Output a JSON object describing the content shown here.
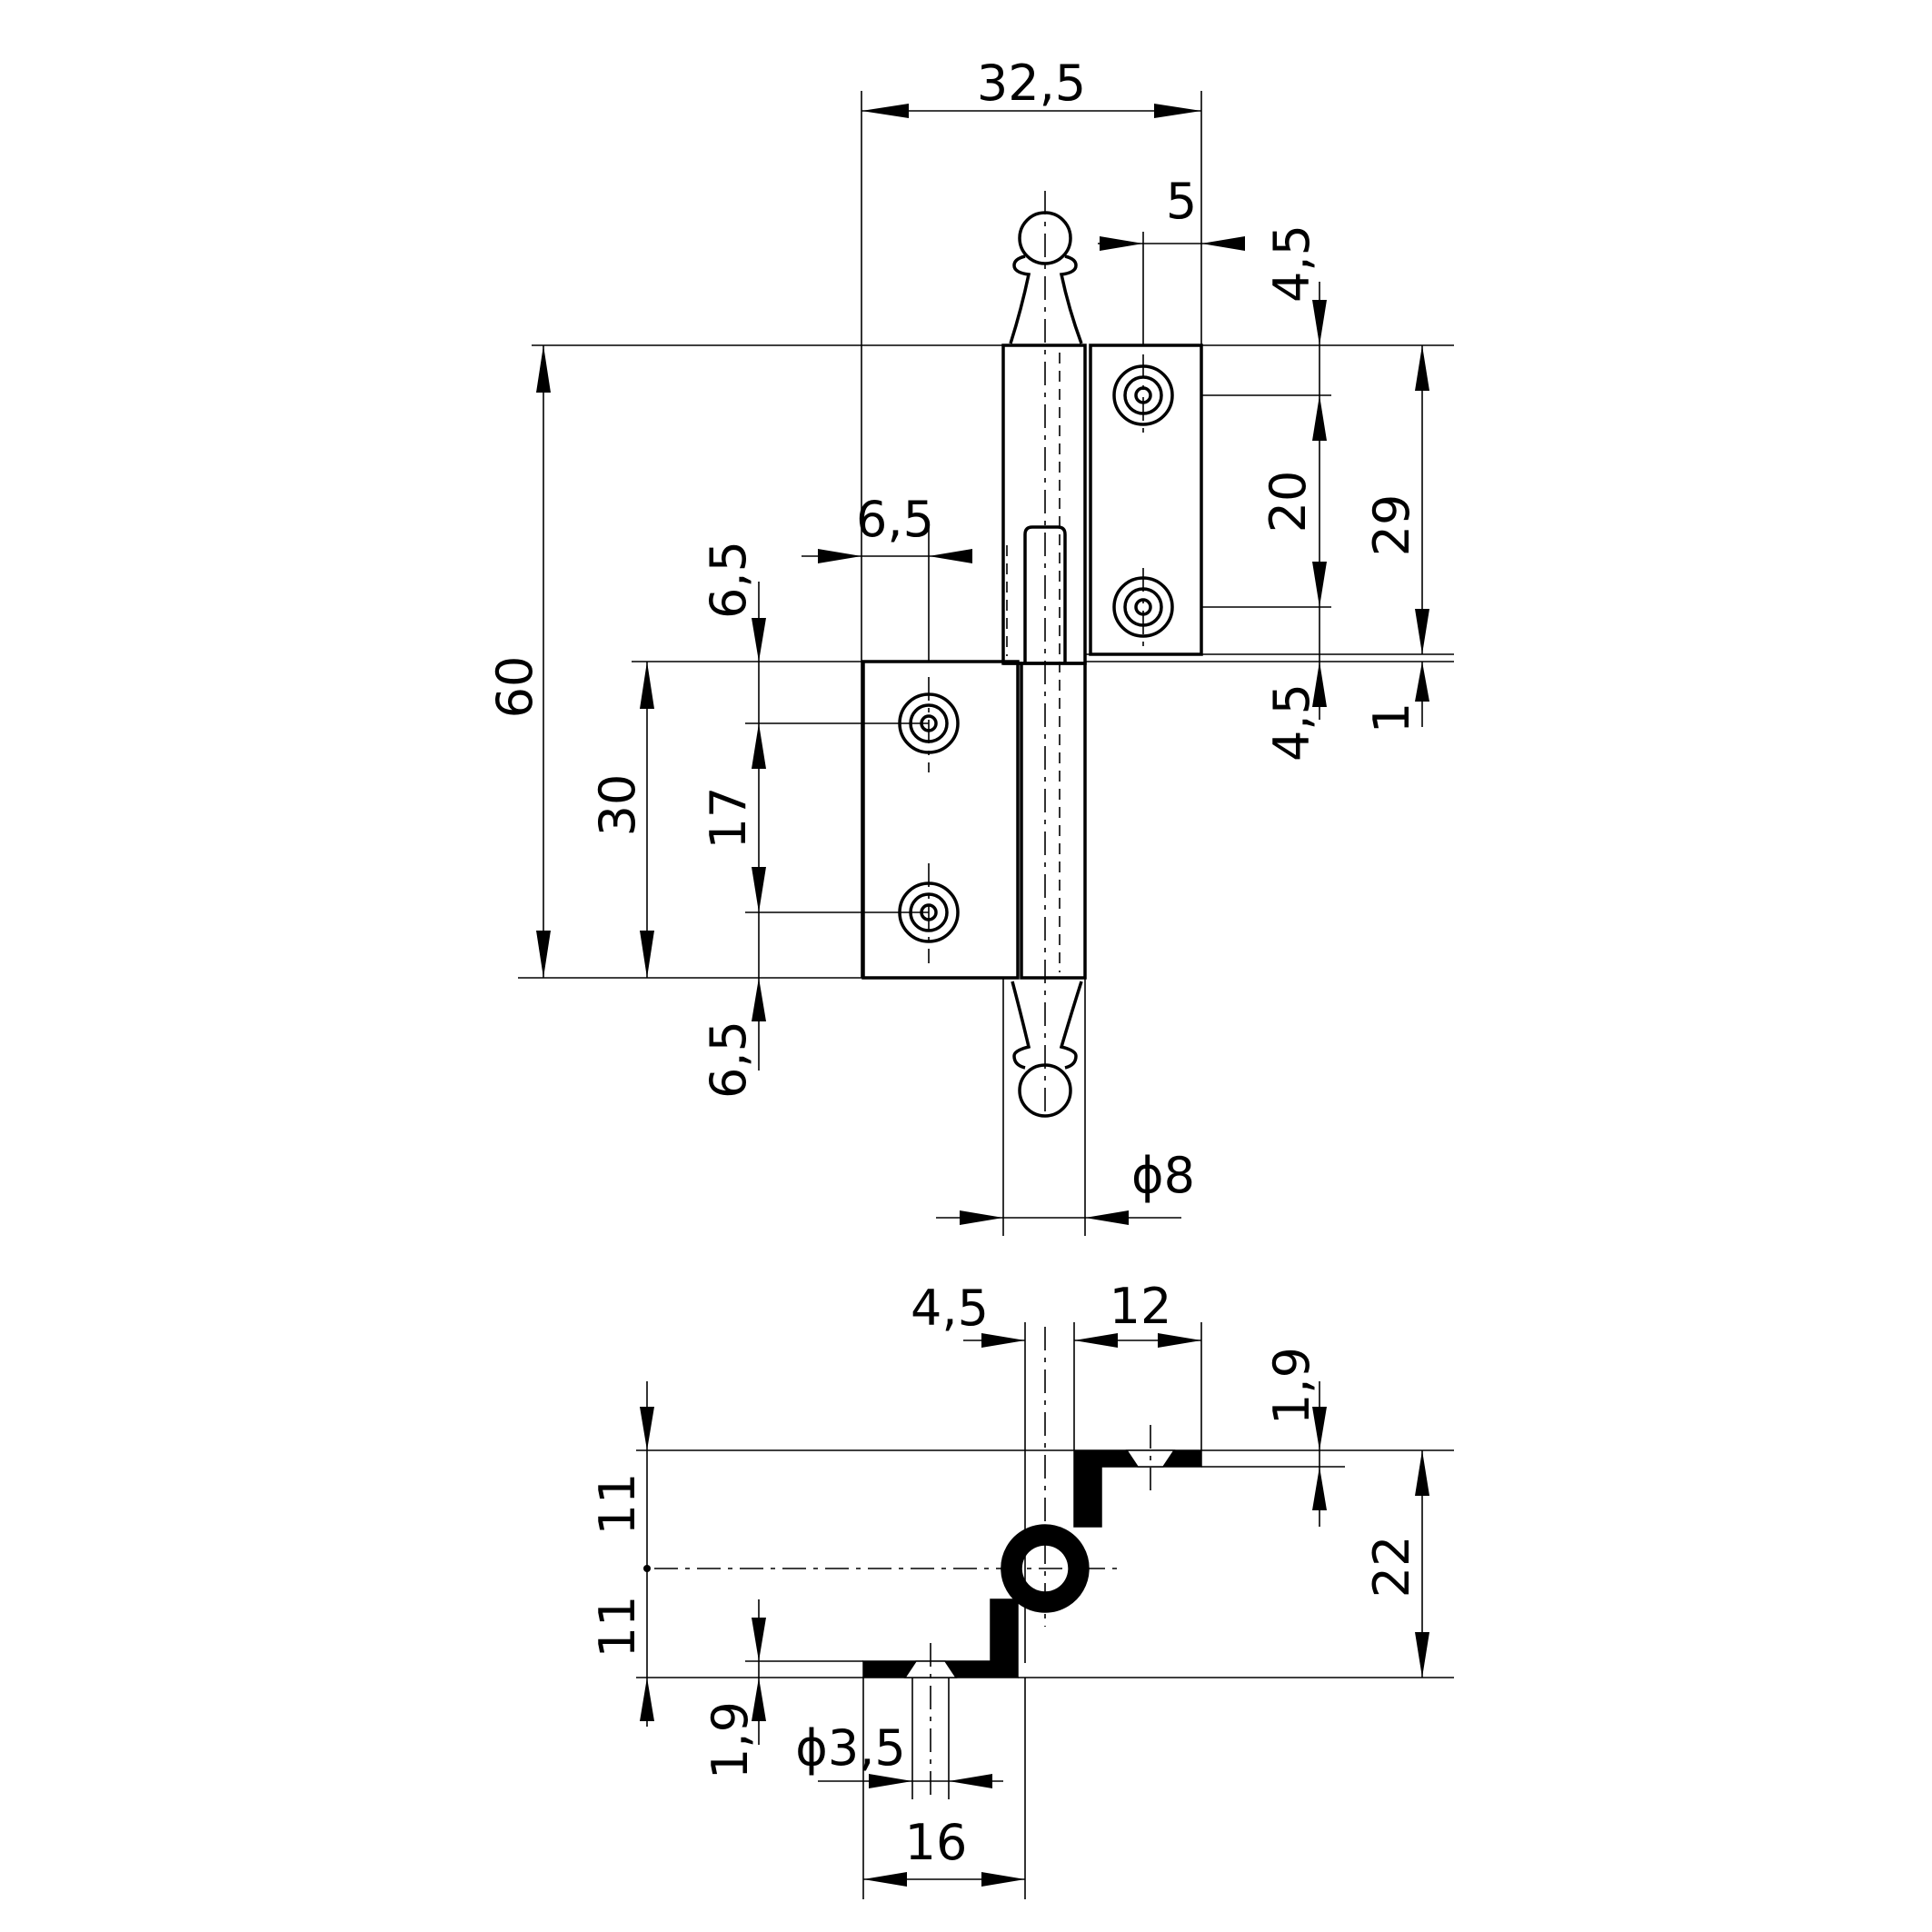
{
  "drawing": {
    "front_view": {
      "overall_width": "32,5",
      "pin_offset": "5",
      "knuckle_gap_top": "4,5",
      "hole_pitch_upper": "20",
      "upper_leaf_height": "29",
      "knuckle_gap_bottom": "4,5",
      "leaf_gap": "1",
      "overall_height": "60",
      "lower_leaf_height": "30",
      "hole_pitch_lower": "17",
      "hole_offset_top": "6,5",
      "hole_offset_bottom": "6,5",
      "hole_edge_distance": "6,5",
      "pin_diameter": "ϕ8"
    },
    "side_view": {
      "knuckle_offset": "4,5",
      "upper_leaf_width": "12",
      "thickness_top": "1,9",
      "half_height_top": "11",
      "half_height_bottom": "11",
      "total_height": "22",
      "thickness_bottom": "1,9",
      "hole_diameter": "ϕ3,5",
      "lower_leaf_width": "16"
    }
  }
}
